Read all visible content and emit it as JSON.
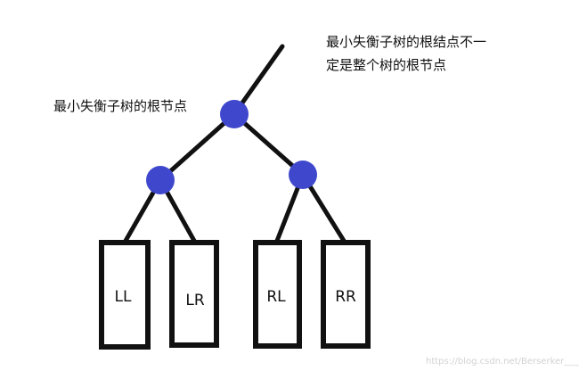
{
  "annotations": {
    "right_note_line1": "最小失衡子树的根结点不一",
    "right_note_line2": "定是整个树的根节点",
    "left_note": "最小失衡子树的根节点"
  },
  "subtrees": [
    "LL",
    "LR",
    "RL",
    "RR"
  ],
  "watermark": "https://blog.csdn.net/Berserker____",
  "colors": {
    "node_fill": "#3f48cc",
    "edge": "#111111",
    "box_stroke": "#111111",
    "text": "#111111"
  }
}
